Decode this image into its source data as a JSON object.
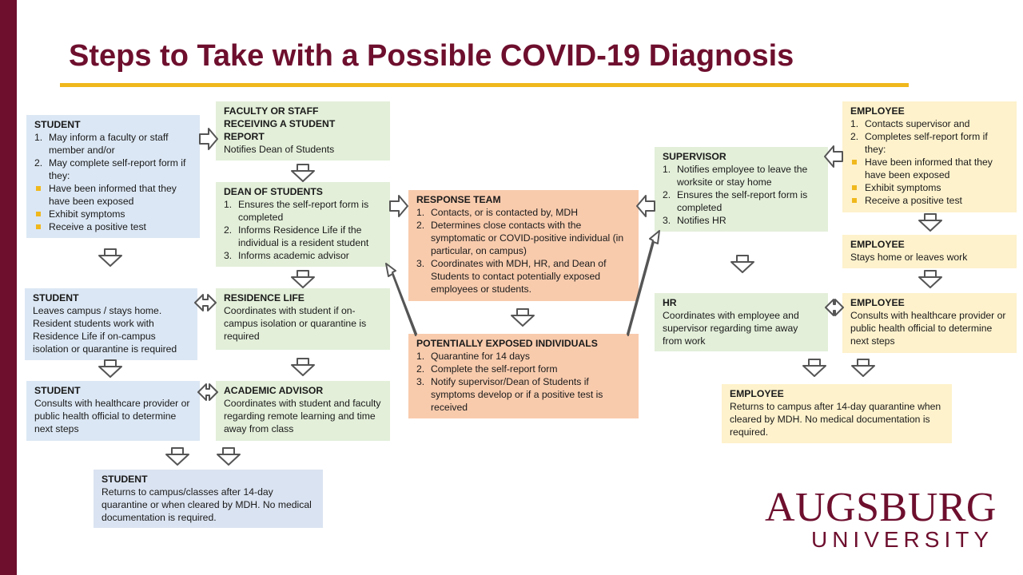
{
  "title": "Steps to Take with a Possible COVID-19 Diagnosis",
  "colors": {
    "maroon": "#6e0f2e",
    "gold": "#f0b81c",
    "box_blue": "#dbe7f4",
    "box_green": "#e3efd9",
    "box_orange": "#f8cbad",
    "box_yellow": "#fef2cc",
    "arrow_stroke": "#555555"
  },
  "boxes": {
    "student_1": {
      "title": "STUDENT",
      "items": [
        "May inform a faculty or staff member and/or",
        "May complete self-report form if they:"
      ],
      "bullets": [
        "Have been informed that they have been exposed",
        "Exhibit symptoms",
        "Receive a positive test"
      ]
    },
    "faculty_staff": {
      "title_line1": "FACULTY OR STAFF",
      "title_line2": "RECEIVING A STUDENT",
      "title_line3": "REPORT",
      "text": "Notifies Dean of Students"
    },
    "dean": {
      "title": "DEAN OF STUDENTS",
      "items": [
        "Ensures the self-report form is completed",
        "Informs Residence Life if the individual is a resident student",
        "Informs academic advisor"
      ]
    },
    "residence_life": {
      "title": "RESIDENCE LIFE",
      "text": "Coordinates with student if on-campus isolation or quarantine is required"
    },
    "academic_advisor": {
      "title": "ACADEMIC ADVISOR",
      "text": "Coordinates with student and faculty regarding remote learning and time away from class"
    },
    "student_2": {
      "title": "STUDENT",
      "text": "Leaves campus / stays home. Resident students work with Residence Life if on-campus isolation or quarantine is required"
    },
    "student_3": {
      "title": "STUDENT",
      "text": "Consults with healthcare provider or public health official to determine next steps"
    },
    "student_4": {
      "title": "STUDENT",
      "text": "Returns to campus/classes after 14-day quarantine or when cleared by MDH. No medical documentation is required."
    },
    "response_team": {
      "title": "RESPONSE TEAM",
      "items": [
        "Contacts, or is contacted by, MDH",
        "Determines close contacts with the symptomatic or COVID-positive individual (in particular, on campus)",
        "Coordinates with MDH, HR, and Dean of Students to contact potentially exposed employees or students."
      ]
    },
    "exposed": {
      "title": "POTENTIALLY EXPOSED INDIVIDUALS",
      "items": [
        "Quarantine for 14 days",
        "Complete the self-report form",
        "Notify supervisor/Dean of Students if symptoms develop or if a positive test is received"
      ]
    },
    "supervisor": {
      "title": "SUPERVISOR",
      "items": [
        "Notifies employee to leave the worksite or stay home",
        "Ensures the self-report form is completed",
        "Notifies HR"
      ]
    },
    "hr": {
      "title": "HR",
      "text": "Coordinates with employee and supervisor regarding time away from work"
    },
    "employee_1": {
      "title": "EMPLOYEE",
      "items": [
        "Contacts supervisor and",
        "Completes self-report form if they:"
      ],
      "bullets": [
        "Have been informed that they have been exposed",
        "Exhibit symptoms",
        "Receive a positive test"
      ]
    },
    "employee_2": {
      "title": "EMPLOYEE",
      "text": "Stays home or leaves work"
    },
    "employee_3": {
      "title": "EMPLOYEE",
      "text": "Consults with healthcare provider or public health official to determine next steps"
    },
    "employee_4": {
      "title": "EMPLOYEE",
      "text": "Returns to campus after 14-day quarantine when cleared by MDH. No medical documentation is required."
    }
  },
  "logo": {
    "main": "AUGSBURG",
    "sub": "UNIVERSITY"
  }
}
